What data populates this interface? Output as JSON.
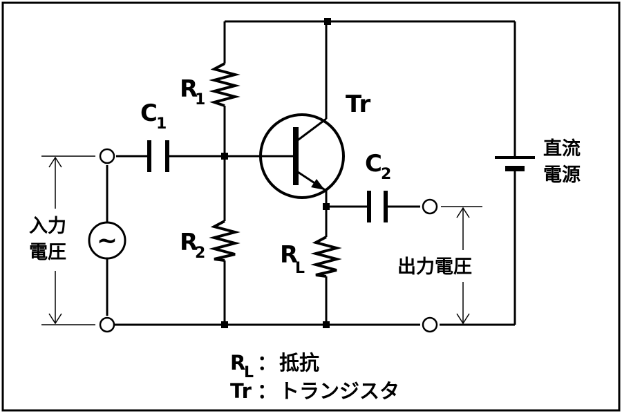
{
  "labels": {
    "r1": "R",
    "r1_sub": "1",
    "r2": "R",
    "r2_sub": "2",
    "rl": "R",
    "rl_sub": "L",
    "c1": "C",
    "c1_sub": "1",
    "c2": "C",
    "c2_sub": "2",
    "tr": "Tr",
    "dc_line1": "直流",
    "dc_line2": "電源",
    "in_line1": "入力",
    "in_line2": "電圧",
    "output": "出力電圧",
    "ac_symbol": "~"
  },
  "legend": {
    "rl_symbol": "R",
    "rl_symbol_sub": "L",
    "rl_sep": "：",
    "rl_text": "抵抗",
    "tr_symbol": "Tr",
    "tr_sep": "：",
    "tr_text": "トランジスタ"
  }
}
